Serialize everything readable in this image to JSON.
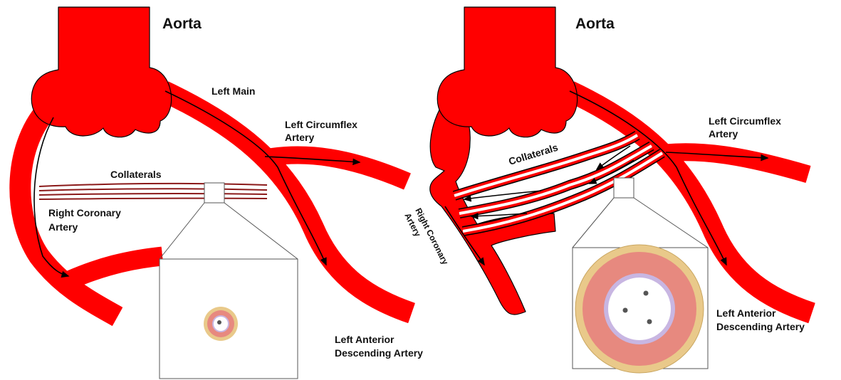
{
  "left_panel": {
    "aorta": "Aorta",
    "left_main": "Left Main",
    "left_circumflex_line1": "Left Circumflex",
    "left_circumflex_line2": "Artery",
    "collaterals": "Collaterals",
    "rca_line1": "Right Coronary",
    "rca_line2": "Artery",
    "lad_line1": "Left Anterior",
    "lad_line2": "Descending Artery"
  },
  "right_panel": {
    "aorta": "Aorta",
    "left_circumflex_line1": "Left Circumflex",
    "left_circumflex_line2": "Artery",
    "collaterals": "Collaterals",
    "rca_line1": "Right Coronary",
    "rca_line2": "Artery",
    "lad_line1": "Left Anterior",
    "lad_line2": "Descending Artery"
  },
  "colors": {
    "artery": "#ff0000",
    "collateral": "#b22222",
    "adventitia": "#e9c98a",
    "media": "#e7897f",
    "intima": "#c8b6e2"
  }
}
